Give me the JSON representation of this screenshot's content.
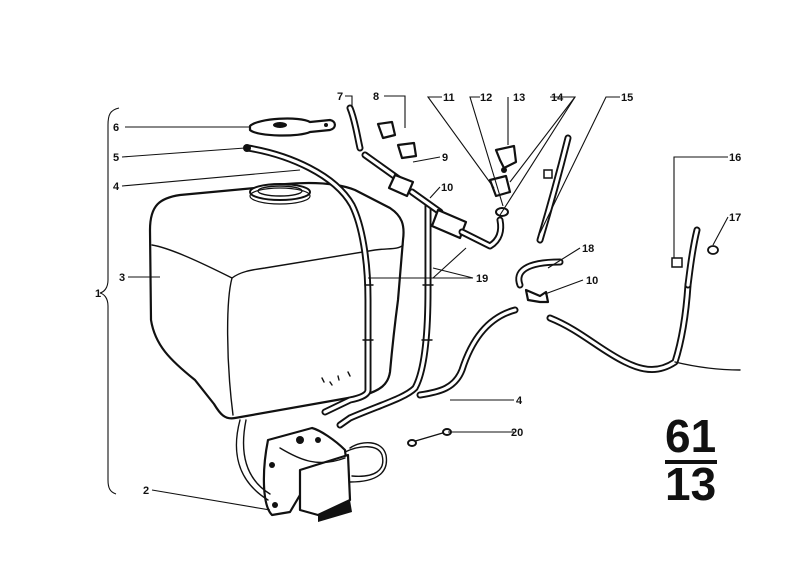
{
  "labels": {
    "l1": "1",
    "l2": "2",
    "l3": "3",
    "l4a": "4",
    "l4b": "4",
    "l5": "5",
    "l6": "6",
    "l7": "7",
    "l8": "8",
    "l9": "9",
    "l10a": "10",
    "l10b": "10",
    "l11": "11",
    "l12": "12",
    "l13": "13",
    "l14": "14",
    "l15": "15",
    "l16": "16",
    "l17": "17",
    "l18": "18",
    "l19": "19",
    "l20": "20"
  },
  "page_ref": {
    "group": "61",
    "page": "13"
  }
}
